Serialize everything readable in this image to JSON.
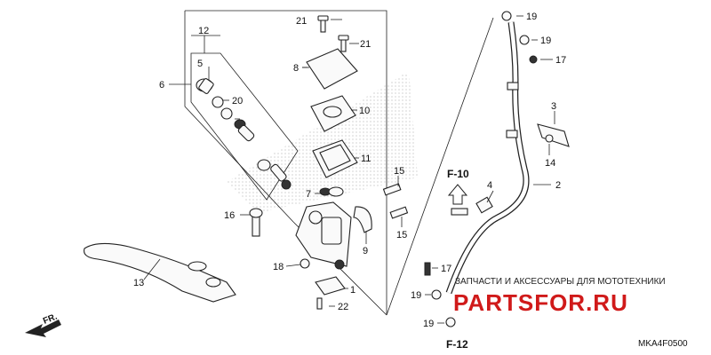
{
  "callouts": {
    "c1": "1",
    "c2": "2",
    "c3": "3",
    "c4": "4",
    "c5": "5",
    "c6": "6",
    "c7": "7",
    "c8": "8",
    "c9": "9",
    "c10": "10",
    "c11": "11",
    "c12": "12",
    "c13": "13",
    "c14": "14",
    "c15a": "15",
    "c15b": "15",
    "c16": "16",
    "c17a": "17",
    "c17b": "17",
    "c18": "18",
    "c19a": "19",
    "c19b": "19",
    "c19c": "19",
    "c19d": "19",
    "c20": "20",
    "c21a": "21",
    "c21b": "21",
    "c22": "22"
  },
  "refs": {
    "upper": "F-10",
    "lower": "F-12"
  },
  "direction_label": "FR.",
  "diagram_code": "MKA4F0500",
  "watermark": {
    "subtitle": "ЗАПЧАСТИ И АКСЕССУАРЫ ДЛЯ МОТОТЕХНИКИ",
    "logo_text": "PARTSFOR.RU",
    "color": "#d01a1a"
  }
}
